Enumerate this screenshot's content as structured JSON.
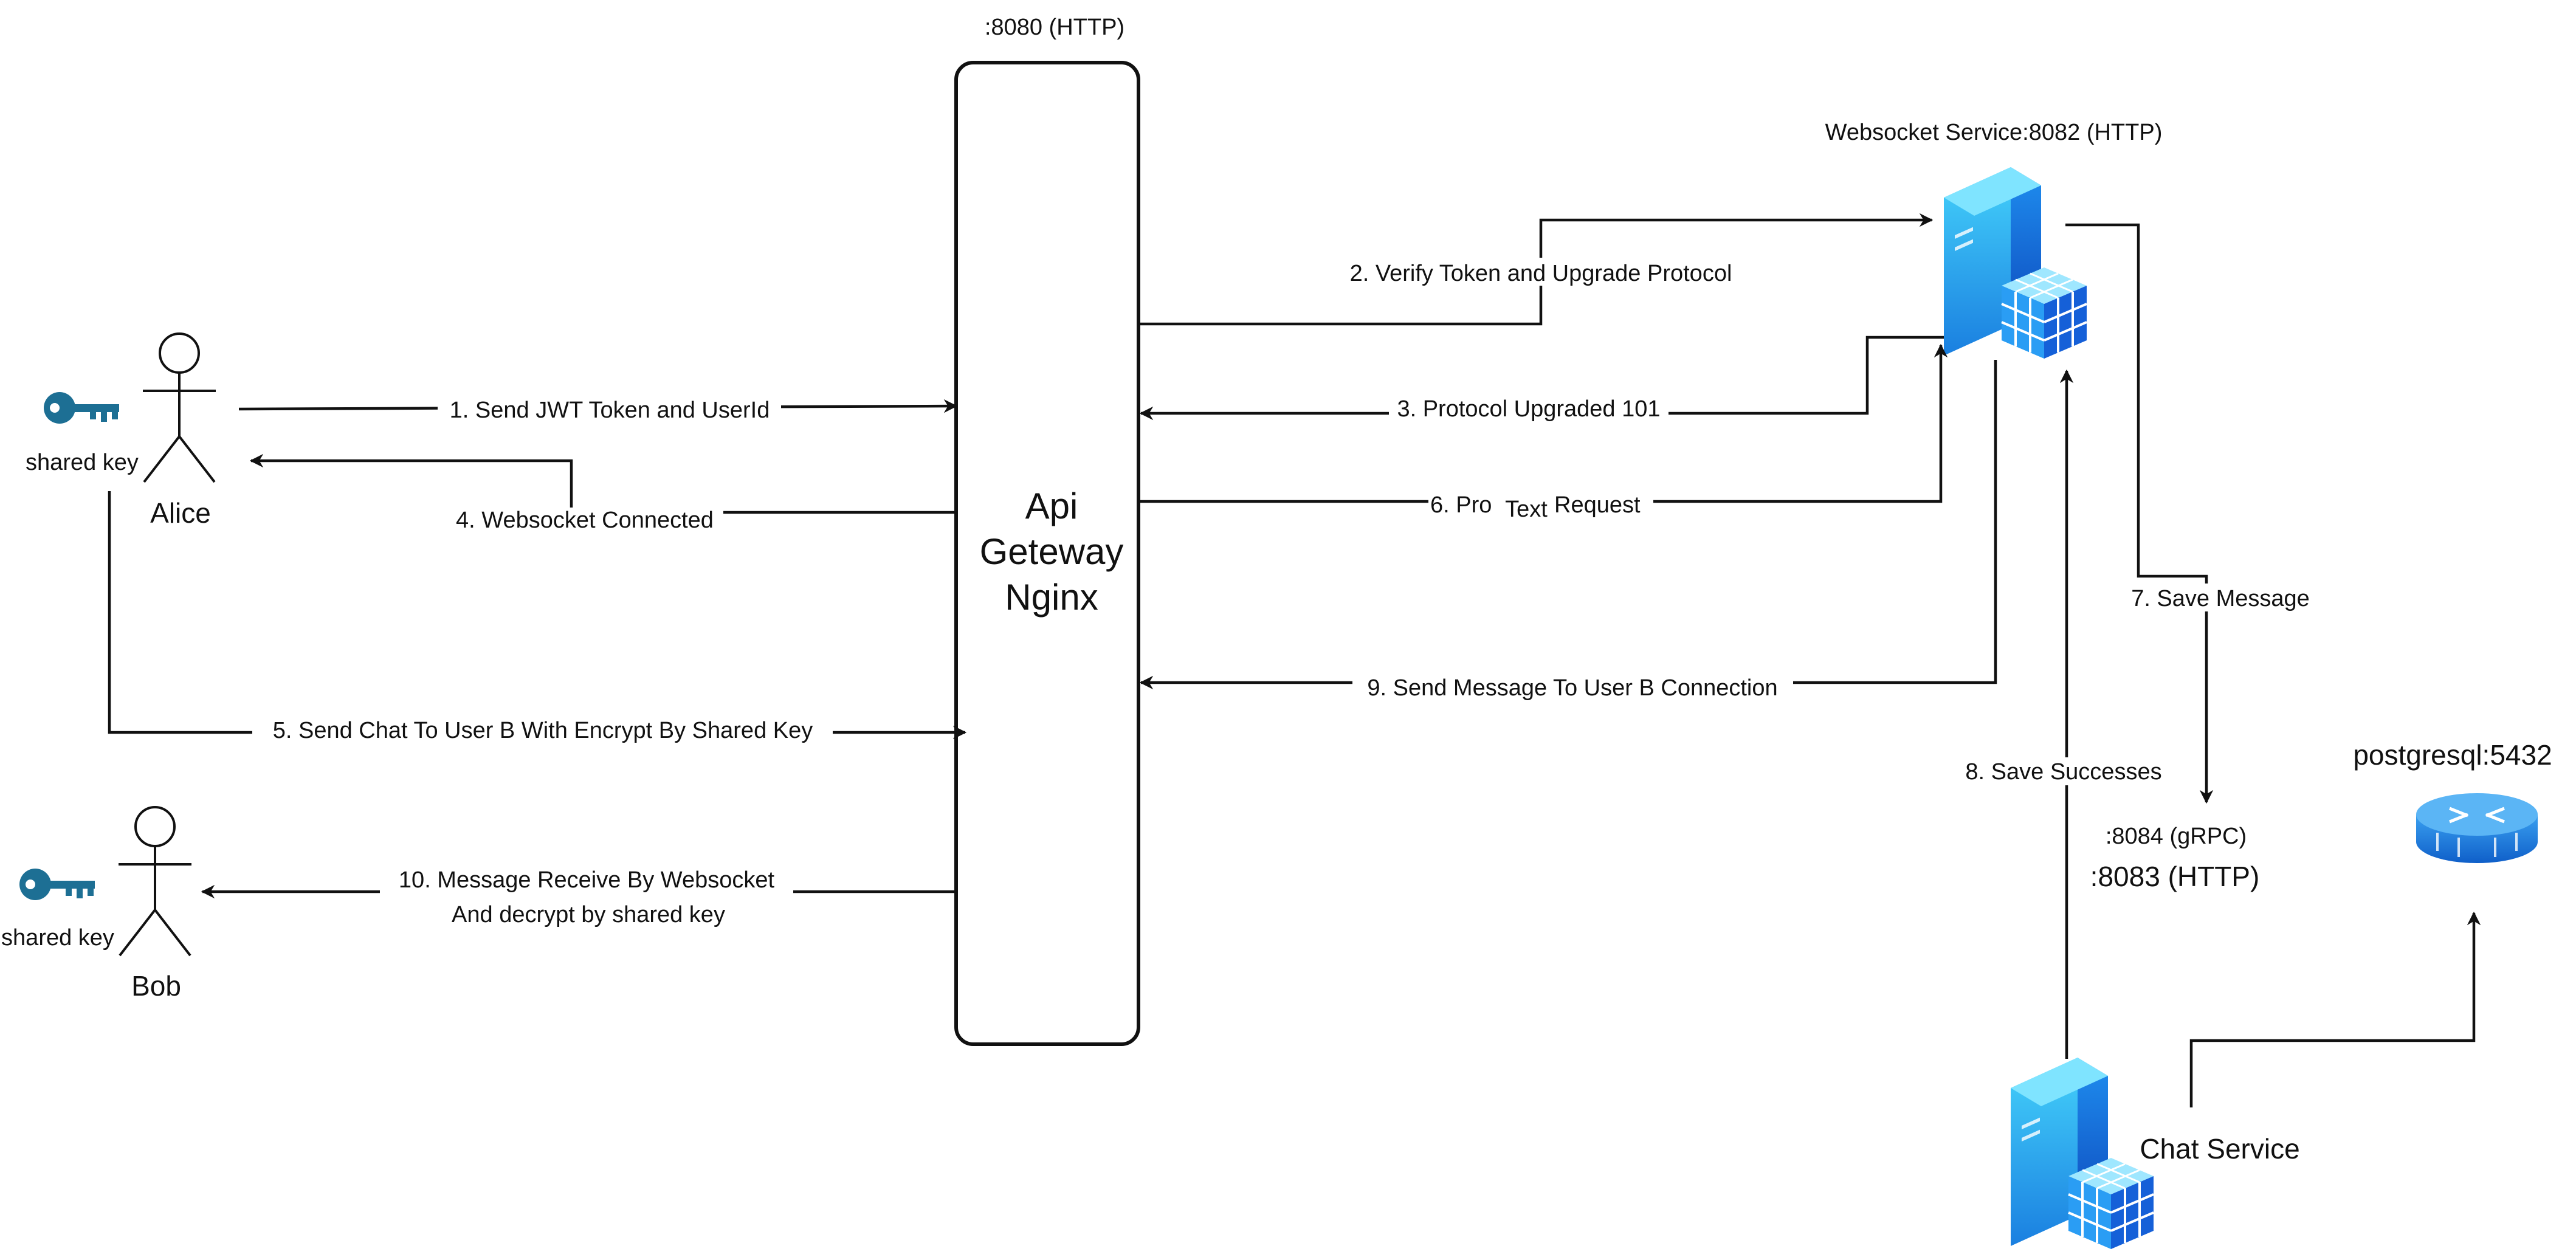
{
  "actors": {
    "alice": {
      "name": "Alice",
      "key_label": "shared key"
    },
    "bob": {
      "name": "Bob",
      "key_label": "shared key"
    }
  },
  "gateway": {
    "port_label": ":8080 (HTTP)",
    "lines": [
      "Api",
      "Geteway",
      "Nginx"
    ]
  },
  "websocket_service": {
    "label": "Websocket Service:8082 (HTTP)"
  },
  "chat_service": {
    "label": "Chat Service",
    "grpc_port": ":8084 (gRPC)",
    "http_port": ":8083 (HTTP)"
  },
  "database": {
    "label": "postgresql:5432"
  },
  "edges": {
    "e1": "1. Send JWT Token and UserId",
    "e2": "2. Verify Token and Upgrade Protocol",
    "e3": "3. Protocol Upgraded 101",
    "e4": "4. Websocket Connected",
    "e5": "5. Send Chat To User B With Encrypt By Shared Key",
    "e6": "6. Pro",
    "e6b": "Text",
    "e6c": "Request",
    "e7": "7. Save Message",
    "e8": "8. Save Successes",
    "e9": "9. Send Message To User B Connection",
    "e10a": "10. Message Receive By Websocket",
    "e10b": "And decrypt by shared key"
  },
  "colors": {
    "line": "#111111",
    "key": "#1d6f94",
    "server_light": "#37c8f5",
    "server_dark": "#1161d6",
    "database": "#1a7ad9"
  },
  "icons": [
    "key-icon",
    "actor-icon",
    "server-icon",
    "database-icon"
  ]
}
